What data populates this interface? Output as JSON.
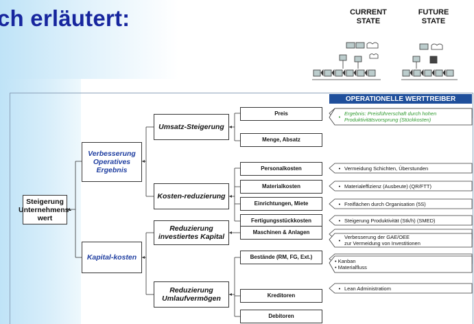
{
  "heading": "ch erläutert:",
  "states": {
    "current": "CURRENT\nSTATE",
    "future": "FUTURE\nSTATE"
  },
  "root": "Steigerung Unternehmens-wert",
  "level1": {
    "operative": "Verbesserung Operatives Ergebnis",
    "kapital": "Kapital-kosten"
  },
  "level2": {
    "umsatz": "Umsatz-Steigerung",
    "kosten": "Kosten-reduzierung",
    "invest": "Reduzierung investiertes Kapital",
    "umlauf": "Reduzierung Umlaufvermögen"
  },
  "level3": {
    "preis": "Preis",
    "menge": "Menge, Absatz",
    "personal": "Personalkosten",
    "material": "Materialkosten",
    "einrichtung": "Einrichtungen, Miete",
    "fertigung": "Fertigungsstückkosten",
    "maschinen": "Maschinen & Anlagen",
    "bestaende": "Bestände (RM, FG, Ext.)",
    "kreditoren": "Kreditoren",
    "debitoren": "Debitoren"
  },
  "op_title": "OPERATIONELLE WERTTREIBER",
  "drivers": {
    "d1a": "Ergebnis: Preisführerschaft durch hohen",
    "d1b": "Produktivitätsvorsprung (Stückkosten)",
    "d2": "Vermeidung Schichten, Überstunden",
    "d3": "Materialeffizienz (Ausbeute) (QR/FTT)",
    "d4": "Freiflächen durch Organisation (5S)",
    "d5": "Steigerung Produktivität (Stk/h) (SMED)",
    "d6a": "Verbesserung der GAE/OEE",
    "d6b": "zur Vermeidung von Investitionen",
    "d7a": "Kanban",
    "d7b": "Materialfluss",
    "d8": "Lean Administratiom"
  },
  "colors": {
    "heading": "#17269e",
    "op_title_bg": "#1f4f9b",
    "green_text": "#2e9a2e",
    "italic_blue": "#1f3ea0"
  }
}
